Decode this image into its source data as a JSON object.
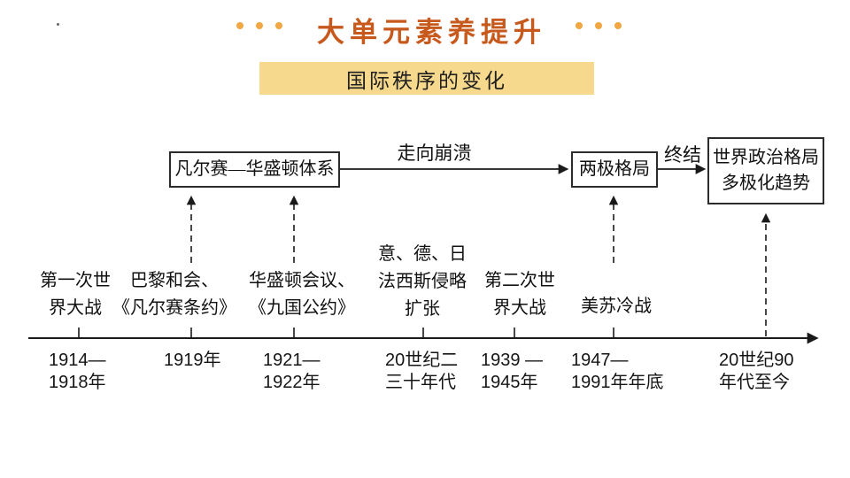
{
  "page": {
    "title": "大单元素养提升",
    "subtitle": "国际秩序的变化"
  },
  "colors": {
    "title_text": "#c7591c",
    "title_dots": "#f2a644",
    "banner_background": "#f6d98c",
    "ink": "#1a1a1a"
  },
  "flow": {
    "box_versailles": "凡尔赛—华盛顿体系",
    "arrow1_label": "走向崩溃",
    "box_bipolar": "两极格局",
    "arrow2_label": "终结",
    "box_multipolar": "世界政治格局\n多极化趋势"
  },
  "timeline": {
    "events": [
      {
        "label": "第一次世\n界大战",
        "date": "1914—\n1918年"
      },
      {
        "label": "巴黎和会、\n《凡尔赛条约》",
        "date": "1919年"
      },
      {
        "label": "华盛顿会议、\n《九国公约》",
        "date": "1921—\n1922年"
      },
      {
        "label": "意、德、日\n法西斯侵略\n扩张",
        "date": "20世纪二\n三十年代"
      },
      {
        "label": "第二次世\n界大战",
        "date": "1939 —\n1945年"
      },
      {
        "label": "美苏冷战",
        "date": "1947—\n1991年年底"
      },
      {
        "label": "",
        "date": "20世纪90\n年代至今"
      }
    ]
  }
}
